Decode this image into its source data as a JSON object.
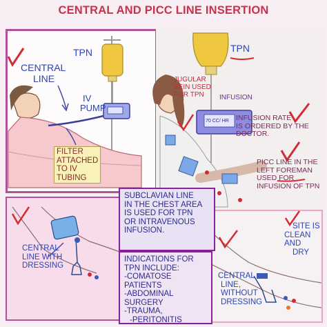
{
  "title": "CENTRAL AND PICC LINE INSERTION",
  "labels": {
    "central_line": [
      "CENTRAL",
      "LINE"
    ],
    "tpn_left": "TPN",
    "iv_pump": [
      "IV",
      "PUMP"
    ],
    "filter": [
      "FILTER",
      "ATTACHED",
      "TO IV",
      "TUBING"
    ],
    "tpn_right": "TPN",
    "jugular": [
      "JUGULAR",
      "VEIN USED",
      "FOR TPN"
    ],
    "infusion": "INFUSION",
    "pump_display": "70 CC/ HR",
    "infusion_rate": [
      "INFUSION RATE",
      "IS ORDERED BY THE",
      "DOCTOR."
    ],
    "picc": [
      "PICC LINE IN THE",
      "LEFT FOREMAN",
      "USED FOR",
      "INFUSION OF TPN"
    ],
    "subclavian": [
      "SUBCLAVIAN LINE",
      "IN THE CHEST AREA",
      "IS USED FOR TPN",
      "OR INTRAVENOUS",
      "INFUSION."
    ],
    "indications": [
      "INDICATIONS FOR",
      "TPN INCLUDE:",
      "-COMATOSE PATIENTS",
      "-ABDOMINAL SURGERY",
      "-TRAUMA,",
      "-PERITONITIS"
    ],
    "with_dressing": [
      "CENTRAL",
      "LINE WITH",
      "DRESSING"
    ],
    "site_clean": [
      "SITE IS",
      "CLEAN AND",
      "DRY"
    ],
    "without_dressing": [
      "CENTRAL",
      "LINE,",
      "WITHOUT",
      "DRESSING"
    ]
  },
  "colors": {
    "title": "#c8324a",
    "border_purple": "#8a1fa0",
    "text_blue": "#2a45b5",
    "check_red": "#d42a32",
    "iv_bag": "#f0c840"
  }
}
